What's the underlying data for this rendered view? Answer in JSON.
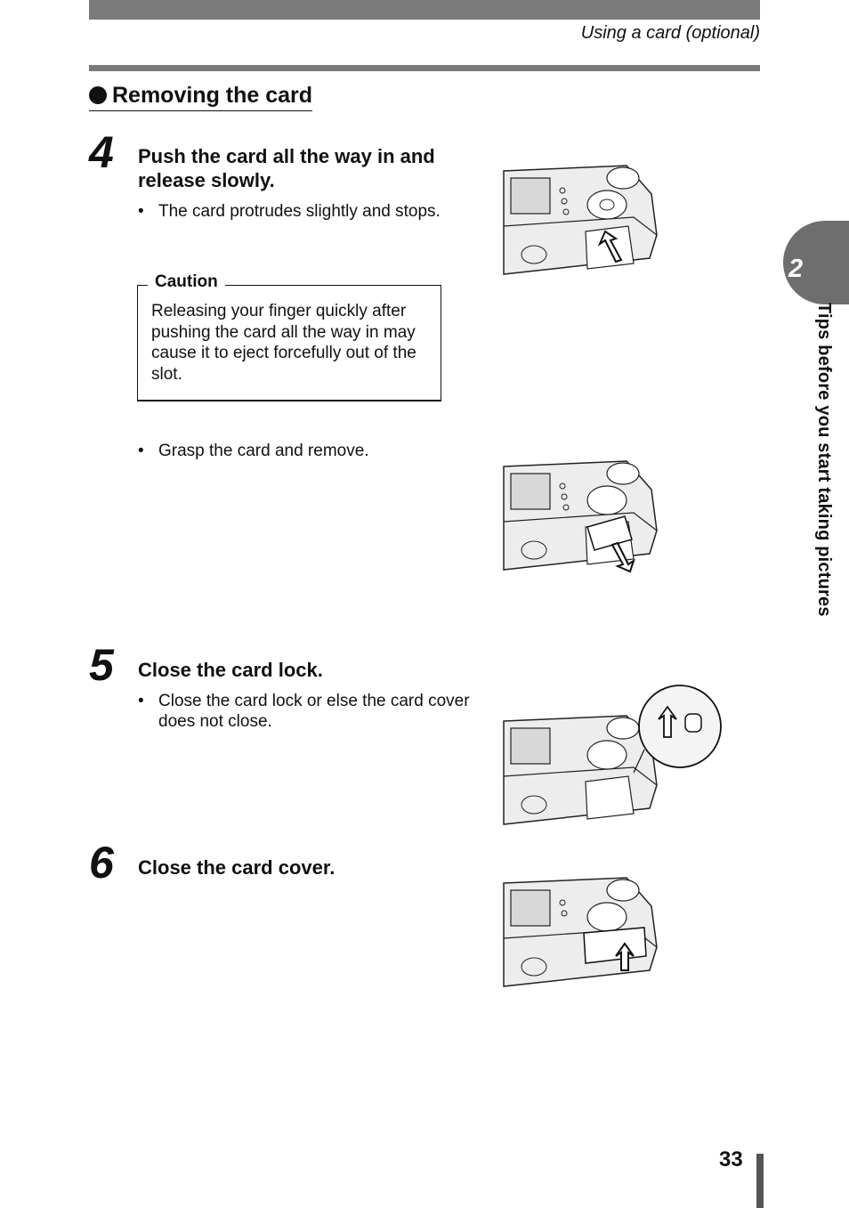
{
  "header": {
    "title": "Using a card (optional)"
  },
  "section": {
    "title": "Removing the card"
  },
  "steps": [
    {
      "number": "4",
      "title": "Push the card all the way in and release slowly.",
      "bullets": [
        "The card protrudes slightly and stops."
      ]
    },
    {
      "number": "5",
      "title": "Close the card lock.",
      "bullets": [
        "Close the card lock or else the card cover does not close."
      ]
    },
    {
      "number": "6",
      "title": "Close the card cover.",
      "bullets": []
    }
  ],
  "caution": {
    "label": "Caution",
    "text": "Releasing your finger quickly after pushing the card all the way in may cause it to eject forcefully out of the slot."
  },
  "extra_bullet": "Grasp the card and remove.",
  "bullet_mark": "•",
  "sidebar": {
    "chapter_number": "2",
    "chapter_title": "Tips before you start taking pictures"
  },
  "footer": {
    "page_number": "33"
  }
}
